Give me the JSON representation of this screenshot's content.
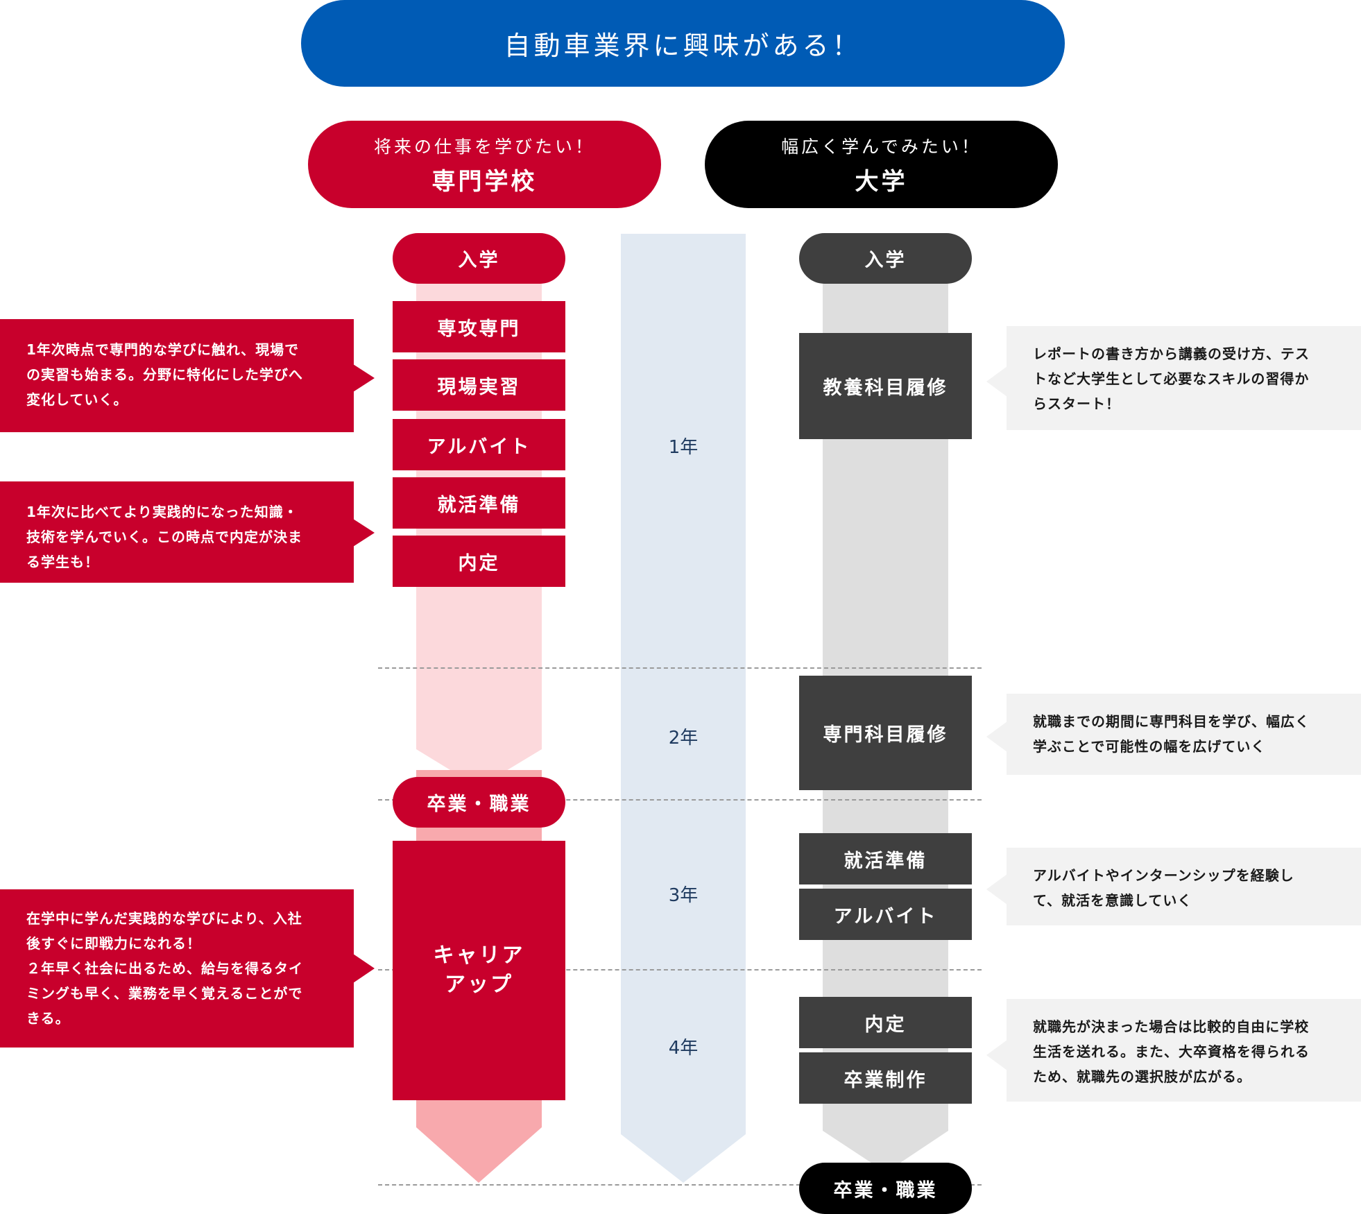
{
  "header": {
    "title": "自動車業界に興味がある！"
  },
  "vocational": {
    "subtitle": "将来の仕事を学びたい！",
    "title": "専門学校",
    "enroll": "入学",
    "steps": [
      "専攻専門",
      "現場実習",
      "アルバイト",
      "就活準備",
      "内定"
    ],
    "graduate": "卒業・職業",
    "career_line1": "キャリア",
    "career_line2": "アップ",
    "notes": [
      [
        "1年次時点で専門的な学びに触れ、現場で",
        "の実習も始まる。分野に特化にした学びへ",
        "変化していく。"
      ],
      [
        "1年次に比べてより実践的になった知識・",
        "技術を学んでいく。この時点で内定が決ま",
        "る学生も！"
      ],
      [
        "在学中に学んだ実践的な学びにより、入社",
        "後すぐに即戦力になれる！",
        "２年早く社会に出るため、給与を得るタイ",
        "ミングも早く、業務を早く覚えることがで",
        "きる。"
      ]
    ]
  },
  "university": {
    "subtitle": "幅広く学んでみたい！",
    "title": "大学",
    "enroll": "入学",
    "steps": [
      "教養科目履修",
      "専門科目履修",
      "就活準備",
      "アルバイト",
      "内定",
      "卒業制作"
    ],
    "graduate": "卒業・職業",
    "notes": [
      [
        "レポートの書き方から講義の受け方、テス",
        "トなど大学生として必要なスキルの習得か",
        "らスタート！"
      ],
      [
        "就職までの期間に専門科目を学び、幅広く",
        "学ぶことで可能性の幅を広げていく"
      ],
      [
        "アルバイトやインターンシップを経験し",
        "て、就活を意識していく"
      ],
      [
        "就職先が決まった場合は比較的自由に学校",
        "生活を送れる。また、大卒資格を得られる",
        "ため、就職先の選択肢が広がる。"
      ]
    ]
  },
  "years": [
    "1年",
    "2年",
    "3年",
    "4年"
  ],
  "colors": {
    "header": "#005bb5",
    "red": "#c8002c",
    "dark": "#3f3f3f",
    "track_pink": "#fcd9dc",
    "track_pink_strong": "#f8a9ad",
    "track_blue": "#e1e9f2",
    "track_gray": "#dedede",
    "note_gray": "#f2f2f2"
  }
}
